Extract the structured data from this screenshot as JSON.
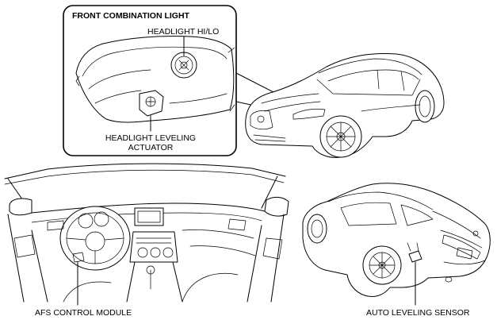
{
  "inset": {
    "title": "FRONT COMBINATION LIGHT",
    "hi_lo_label": "HEADLIGHT HI/LO",
    "leveling_label_line1": "HEADLIGHT LEVELING",
    "leveling_label_line2": "ACTUATOR"
  },
  "labels": {
    "afs_module": "AFS CONTROL MODULE",
    "auto_leveling_sensor": "AUTO LEVELING SENSOR"
  },
  "icons": {
    "front_car": "car-front-three-quarter-icon",
    "rear_car": "car-rear-three-quarter-icon",
    "dashboard": "dashboard-interior-icon",
    "headlight": "headlight-assembly-icon"
  }
}
